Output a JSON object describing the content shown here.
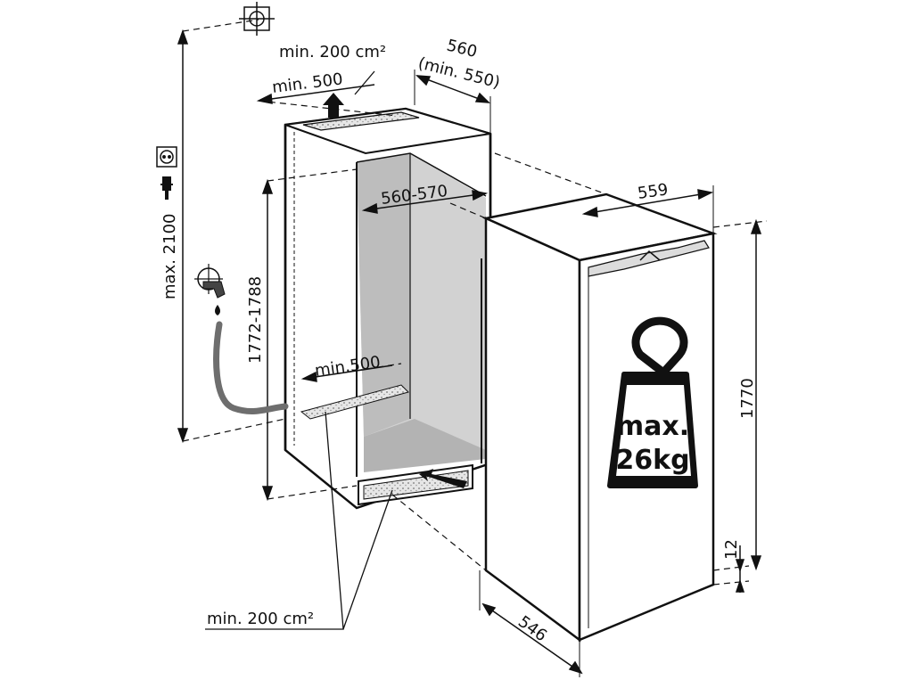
{
  "labels": {
    "vent_top": "min. 200 cm²",
    "depth_top": "min. 500",
    "width_niche": "560",
    "width_niche_min": "(min. 550)",
    "inner_width": "560-570",
    "appliance_width": "559",
    "max_height": "max. 2100",
    "niche_height": "1772-1788",
    "depth_bottom": "min.500",
    "appliance_height": "1770",
    "plinth_gap": "12",
    "appliance_depth": "546",
    "vent_bottom": "min. 200 cm²",
    "weight_line1": "max.",
    "weight_line2": "26kg"
  },
  "icons": [
    "crosshair-icon",
    "socket-icon",
    "plug-icon",
    "water-tap-icon",
    "water-drop-icon",
    "weight-icon",
    "airflow-arrow-icon"
  ],
  "colors": {
    "line": "#111111",
    "niche_interior": "#c8c8c8",
    "hose": "#6e6e6e"
  }
}
